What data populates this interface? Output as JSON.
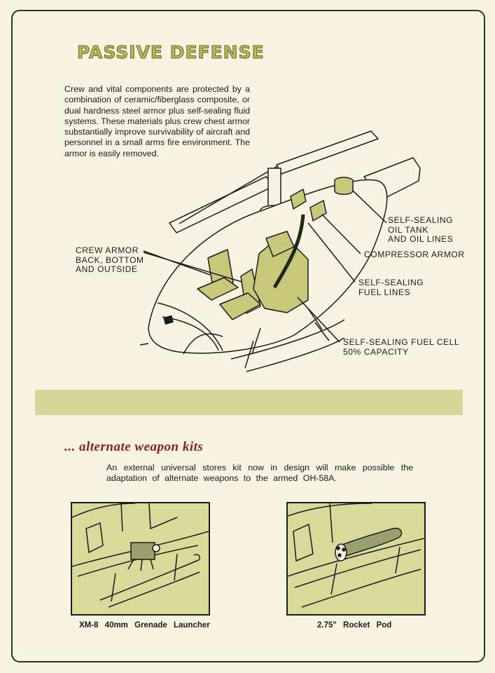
{
  "title": "PASSIVE DEFENSE",
  "intro_text": "Crew and vital components are protected by a combination of ceramic/fiberglass composite, or dual hardness steel armor plus self-sealing fluid systems. These materials plus crew chest armor substantially improve survivability of aircraft and personnel in a small arms fire environment. The armor is easily removed.",
  "callouts": {
    "oil_tank": "SELF-SEALING\nOIL TANK\nAND OIL LINES",
    "compressor": "COMPRESSOR ARMOR",
    "fuel_lines": "SELF-SEALING\nFUEL LINES",
    "fuel_cell": "SELF-SEALING FUEL CELL\n50% CAPACITY",
    "crew_armor": "CREW ARMOR\nBACK, BOTTOM\nAND OUTSIDE"
  },
  "subtitle": "... alternate weapon kits",
  "subtext": "An external universal stores kit now in design will make possible the adaptation of alternate weapons to the armed OH-58A.",
  "panels": [
    {
      "caption": "XM-8  40mm  Grenade  Launcher"
    },
    {
      "caption": "2.75\"  Rocket  Pod"
    }
  ],
  "colors": {
    "armor": "#c7c87a",
    "band": "#d5d598",
    "title": "#b7b65e",
    "subtitle": "#8f1f1f",
    "frame": "#243a1c"
  }
}
